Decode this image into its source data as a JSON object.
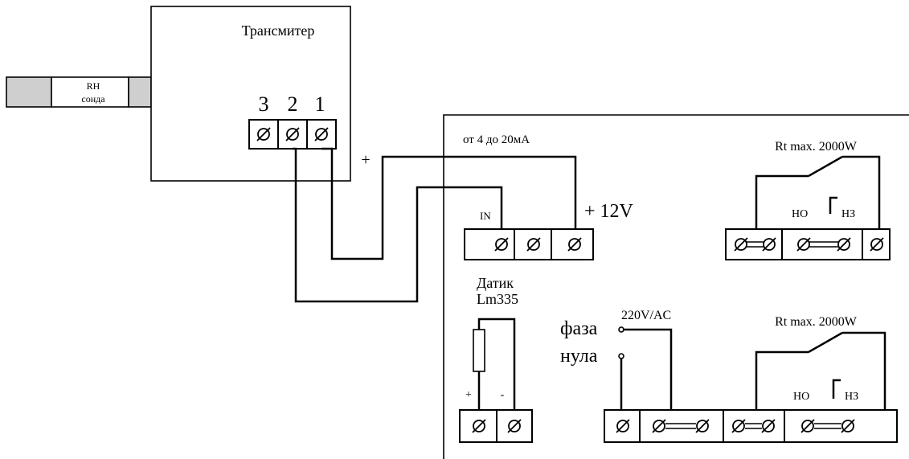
{
  "transmitter": {
    "title": "Трансмитер",
    "terminal_numbers": [
      "3",
      "2",
      "1"
    ]
  },
  "probe": {
    "label_line1": "RH",
    "label_line2": "сонда"
  },
  "wiring": {
    "plus_sign": "+"
  },
  "controller": {
    "current_range": "от 4 до 20мА",
    "input_label": "IN",
    "supply_label": "+ 12V",
    "sensor_label_line1": "Датик",
    "sensor_label_line2": "Lm335",
    "sensor_plus": "+",
    "sensor_minus": "-",
    "power_label": "220V/AC",
    "phase_label": "фаза",
    "neutral_label": "нула",
    "relay1": {
      "rating": "Rt max. 2000W",
      "no_label": "НО",
      "nc_label": "НЗ"
    },
    "relay2": {
      "rating": "Rt max. 2000W",
      "no_label": "НО",
      "nc_label": "НЗ"
    }
  }
}
